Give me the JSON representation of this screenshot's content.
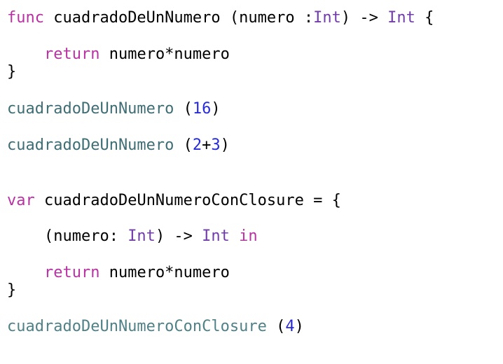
{
  "editor": {
    "language": "Swift",
    "colors": {
      "keyword": "#B833A1",
      "type": "#703DAA",
      "number": "#272AD8",
      "function_call": "#3E6D74",
      "variable_call": "#4F8187",
      "plain": "#000000",
      "background": "#FFFFFF"
    },
    "lines": [
      {
        "tokens": [
          {
            "t": "func",
            "k": "kw"
          },
          {
            "t": " cuadradoDeUnNumero (numero :",
            "k": "plain"
          },
          {
            "t": "Int",
            "k": "ty"
          },
          {
            "t": ") -> ",
            "k": "plain"
          },
          {
            "t": "Int",
            "k": "ty"
          },
          {
            "t": " {",
            "k": "plain"
          }
        ]
      },
      {
        "tokens": [
          {
            "t": "    ",
            "k": "plain"
          },
          {
            "t": "return",
            "k": "kw"
          },
          {
            "t": " numero*numero",
            "k": "plain"
          }
        ]
      },
      {
        "tokens": [
          {
            "t": "}",
            "k": "plain"
          }
        ]
      },
      {
        "tokens": [
          {
            "t": "cuadradoDeUnNumero",
            "k": "fncall"
          },
          {
            "t": " (",
            "k": "plain"
          },
          {
            "t": "16",
            "k": "num"
          },
          {
            "t": ")",
            "k": "plain"
          }
        ]
      },
      {
        "tokens": [
          {
            "t": "cuadradoDeUnNumero",
            "k": "fncall"
          },
          {
            "t": " (",
            "k": "plain"
          },
          {
            "t": "2",
            "k": "num"
          },
          {
            "t": "+",
            "k": "plain"
          },
          {
            "t": "3",
            "k": "num"
          },
          {
            "t": ")",
            "k": "plain"
          }
        ]
      },
      {
        "tokens": [
          {
            "t": "var",
            "k": "kw"
          },
          {
            "t": " cuadradoDeUnNumeroConClosure = {",
            "k": "plain"
          }
        ]
      },
      {
        "tokens": [
          {
            "t": "    (numero: ",
            "k": "plain"
          },
          {
            "t": "Int",
            "k": "ty"
          },
          {
            "t": ") -> ",
            "k": "plain"
          },
          {
            "t": "Int",
            "k": "ty"
          },
          {
            "t": " ",
            "k": "plain"
          },
          {
            "t": "in",
            "k": "kw"
          }
        ]
      },
      {
        "tokens": [
          {
            "t": "    ",
            "k": "plain"
          },
          {
            "t": "return",
            "k": "kw"
          },
          {
            "t": " numero*numero",
            "k": "plain"
          }
        ]
      },
      {
        "tokens": [
          {
            "t": "}",
            "k": "plain"
          }
        ]
      },
      {
        "tokens": [
          {
            "t": "cuadradoDeUnNumeroConClosure",
            "k": "varcall"
          },
          {
            "t": " (",
            "k": "plain"
          },
          {
            "t": "4",
            "k": "num"
          },
          {
            "t": ")",
            "k": "plain"
          }
        ]
      }
    ]
  }
}
